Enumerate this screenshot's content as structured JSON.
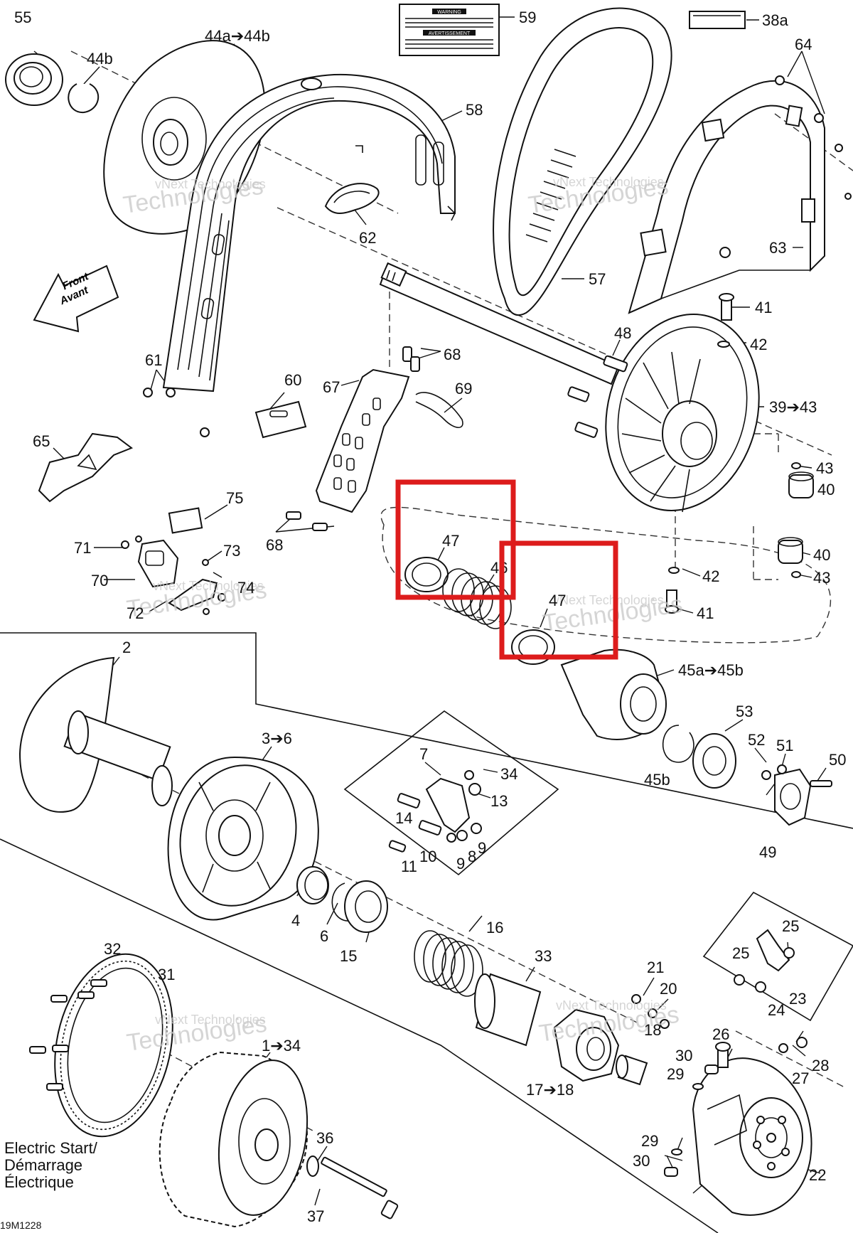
{
  "diagram": {
    "drawing_code": "19M1228",
    "front_label": "Front",
    "front_label_alt": "Avant",
    "inset_caption": [
      "Electric Start/",
      "Démarrage",
      "Électrique"
    ],
    "watermark_line1": "vNext Technologies",
    "watermark_line2": "Technologies",
    "warning_label_title1": "WARNING",
    "warning_label_title2": "AVERTISSEMENT",
    "highlight_color": "#dd1c1c",
    "callouts": [
      {
        "id": "c55",
        "label": "55"
      },
      {
        "id": "c44a",
        "label": "44a➔44b"
      },
      {
        "id": "c44b",
        "label": "44b"
      },
      {
        "id": "c59",
        "label": "59"
      },
      {
        "id": "c38a",
        "label": "38a"
      },
      {
        "id": "c64",
        "label": "64"
      },
      {
        "id": "c58",
        "label": "58"
      },
      {
        "id": "c62",
        "label": "62"
      },
      {
        "id": "c57",
        "label": "57"
      },
      {
        "id": "c63",
        "label": "63"
      },
      {
        "id": "c41a",
        "label": "41"
      },
      {
        "id": "c42a",
        "label": "42"
      },
      {
        "id": "c48",
        "label": "48"
      },
      {
        "id": "c68a",
        "label": "68"
      },
      {
        "id": "c61",
        "label": "61"
      },
      {
        "id": "c67",
        "label": "67"
      },
      {
        "id": "c69",
        "label": "69"
      },
      {
        "id": "c60",
        "label": "60"
      },
      {
        "id": "c3943",
        "label": "39➔43"
      },
      {
        "id": "c65",
        "label": "65"
      },
      {
        "id": "c43a",
        "label": "43"
      },
      {
        "id": "c40a",
        "label": "40"
      },
      {
        "id": "c75",
        "label": "75"
      },
      {
        "id": "c68b",
        "label": "68"
      },
      {
        "id": "c47a",
        "label": "47"
      },
      {
        "id": "c46",
        "label": "46"
      },
      {
        "id": "c47b",
        "label": "47"
      },
      {
        "id": "c40b",
        "label": "40"
      },
      {
        "id": "c42b",
        "label": "42"
      },
      {
        "id": "c43b",
        "label": "43"
      },
      {
        "id": "c41b",
        "label": "41"
      },
      {
        "id": "c71",
        "label": "71"
      },
      {
        "id": "c73",
        "label": "73"
      },
      {
        "id": "c70",
        "label": "70"
      },
      {
        "id": "c74",
        "label": "74"
      },
      {
        "id": "c72",
        "label": "72"
      },
      {
        "id": "c2",
        "label": "2"
      },
      {
        "id": "c45a",
        "label": "45a➔45b"
      },
      {
        "id": "c36",
        "label": "3➔6"
      },
      {
        "id": "c53",
        "label": "53"
      },
      {
        "id": "c7",
        "label": "7"
      },
      {
        "id": "c34a",
        "label": "34"
      },
      {
        "id": "c52",
        "label": "52"
      },
      {
        "id": "c51",
        "label": "51"
      },
      {
        "id": "c50",
        "label": "50"
      },
      {
        "id": "c13",
        "label": "13"
      },
      {
        "id": "c14",
        "label": "14"
      },
      {
        "id": "c45b",
        "label": "45b"
      },
      {
        "id": "c9a",
        "label": "9"
      },
      {
        "id": "c8",
        "label": "8"
      },
      {
        "id": "c9b",
        "label": "9"
      },
      {
        "id": "c10",
        "label": "10"
      },
      {
        "id": "c11",
        "label": "11"
      },
      {
        "id": "c49",
        "label": "49"
      },
      {
        "id": "c4",
        "label": "4"
      },
      {
        "id": "c6",
        "label": "6"
      },
      {
        "id": "c15",
        "label": "15"
      },
      {
        "id": "c16",
        "label": "16"
      },
      {
        "id": "c25a",
        "label": "25"
      },
      {
        "id": "c25b",
        "label": "25"
      },
      {
        "id": "c32",
        "label": "32"
      },
      {
        "id": "c31",
        "label": "31"
      },
      {
        "id": "c33",
        "label": "33"
      },
      {
        "id": "c21",
        "label": "21"
      },
      {
        "id": "c23",
        "label": "23"
      },
      {
        "id": "c20",
        "label": "20"
      },
      {
        "id": "c24",
        "label": "24"
      },
      {
        "id": "c18a",
        "label": "18"
      },
      {
        "id": "c134",
        "label": "1➔34"
      },
      {
        "id": "c26",
        "label": "26"
      },
      {
        "id": "c30a",
        "label": "30"
      },
      {
        "id": "c28",
        "label": "28"
      },
      {
        "id": "c27",
        "label": "27"
      },
      {
        "id": "c29a",
        "label": "29"
      },
      {
        "id": "c1718",
        "label": "17➔18"
      },
      {
        "id": "c36b",
        "label": "36"
      },
      {
        "id": "c29b",
        "label": "29"
      },
      {
        "id": "c30b",
        "label": "30"
      },
      {
        "id": "c22",
        "label": "22"
      },
      {
        "id": "c37",
        "label": "37"
      }
    ]
  }
}
